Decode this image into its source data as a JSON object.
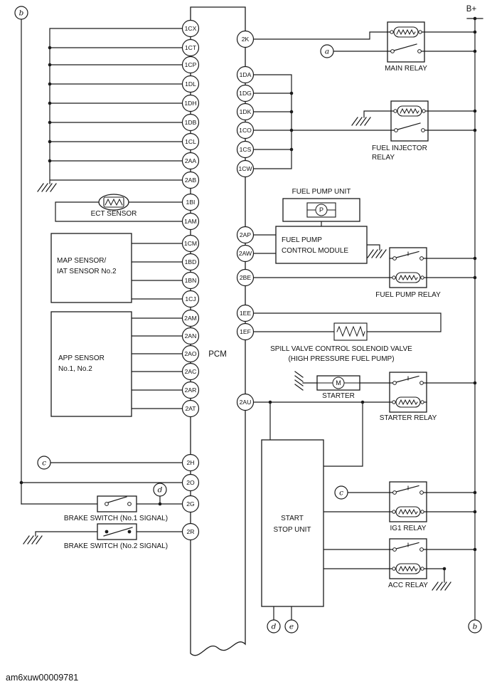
{
  "page": {
    "caption": "am6xuw00009781"
  },
  "pcm": {
    "label": "PCM"
  },
  "power": {
    "battery": "B+"
  },
  "connectors": {
    "b_top": "b",
    "a": "a",
    "c_left": "c",
    "c_right": "c",
    "d_mid": "d",
    "d_bottom": "d",
    "e_bottom": "e",
    "b_bottom": "b"
  },
  "pins": {
    "left": [
      "1CX",
      "1CT",
      "1CP",
      "1DL",
      "1DH",
      "1DB",
      "1CL",
      "2AA",
      "2AB",
      "1BI",
      "1AM",
      "1CM",
      "1BD",
      "1BN",
      "1CJ",
      "2AM",
      "2AN",
      "2AO",
      "2AC",
      "2AR",
      "2AT",
      "2H",
      "2O",
      "2G",
      "2R"
    ],
    "right": [
      "2K",
      "1DA",
      "1DG",
      "1DK",
      "1CO",
      "1CS",
      "1CW",
      "2AP",
      "2AW",
      "2BE",
      "1EE",
      "1EF",
      "2AU"
    ]
  },
  "labels": {
    "ect": "ECT SENSOR",
    "map1": "MAP SENSOR/",
    "map2": "IAT SENSOR No.2",
    "app1": "APP SENSOR",
    "app2": "No.1, No.2",
    "brake1": "BRAKE SWITCH (No.1 SIGNAL)",
    "brake2": "BRAKE SWITCH (No.2 SIGNAL)",
    "main_relay": "MAIN RELAY",
    "fi_relay1": "FUEL INJECTOR",
    "fi_relay2": "RELAY",
    "fp_unit": "FUEL PUMP UNIT",
    "fp_module1": "FUEL PUMP",
    "fp_module2": "CONTROL MODULE",
    "fp_relay": "FUEL PUMP RELAY",
    "spill1": "SPILL VALVE CONTROL SOLENOID VALVE",
    "spill2": "(HIGH PRESSURE FUEL PUMP)",
    "starter": "STARTER",
    "starter_relay": "STARTER RELAY",
    "ssu1": "START",
    "ssu2": "STOP UNIT",
    "ig1_relay": "IG1 RELAY",
    "acc_relay": "ACC RELAY",
    "pump_letter": "P",
    "motor_letter": "M"
  },
  "colors": {
    "line": "#1a1a1a",
    "background": "#ffffff"
  }
}
